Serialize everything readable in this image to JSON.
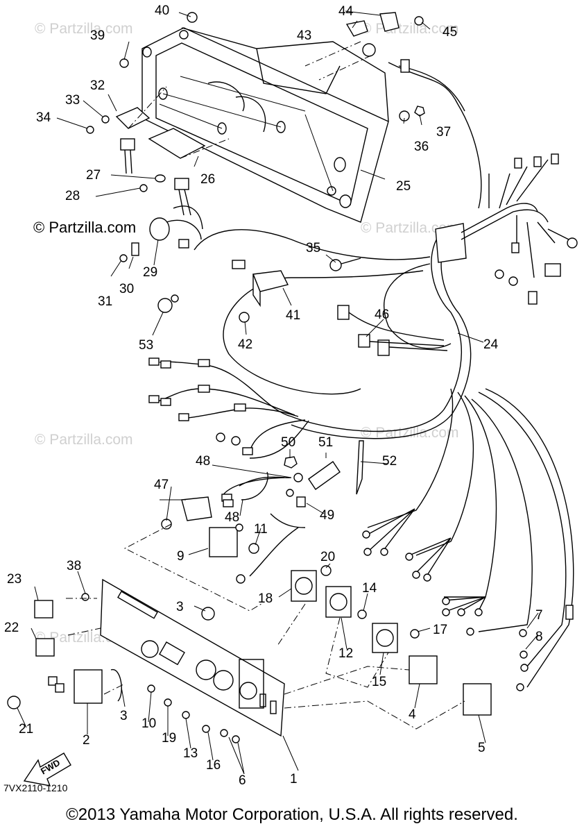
{
  "diagram_code": "7VX2110-1210",
  "copyright": "©2013  Yamaha Motor Corporation, U.S.A. All rights reserved.",
  "watermark": "© Partzilla.com",
  "direction_label": "FWD",
  "callouts": [
    "1",
    "2",
    "3",
    "3",
    "4",
    "5",
    "6",
    "7",
    "8",
    "9",
    "10",
    "11",
    "12",
    "13",
    "14",
    "15",
    "16",
    "17",
    "18",
    "19",
    "20",
    "21",
    "22",
    "23",
    "24",
    "25",
    "26",
    "27",
    "28",
    "29",
    "30",
    "31",
    "32",
    "33",
    "34",
    "35",
    "36",
    "37",
    "38",
    "39",
    "40",
    "41",
    "42",
    "43",
    "44",
    "45",
    "46",
    "47",
    "48",
    "48",
    "49",
    "50",
    "51",
    "52",
    "53"
  ]
}
